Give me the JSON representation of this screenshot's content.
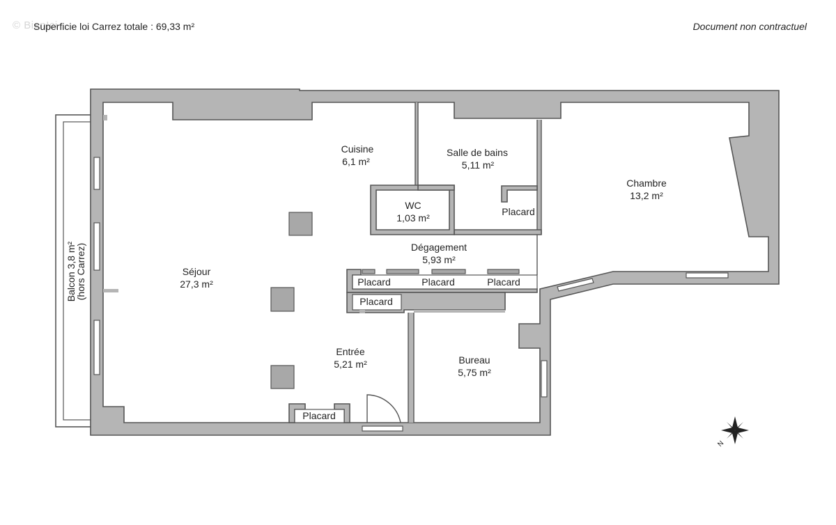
{
  "header": {
    "surface_total": "Superficie loi Carrez totale : 69,33 m²",
    "disclaimer": "Document non contractuel",
    "watermark": "© BienIci"
  },
  "rooms": {
    "sejour": {
      "name": "Séjour",
      "area": "27,3 m²"
    },
    "cuisine": {
      "name": "Cuisine",
      "area": "6,1 m²"
    },
    "sdb": {
      "name": "Salle de bains",
      "area": "5,11 m²"
    },
    "wc": {
      "name": "WC",
      "area": "1,03 m²"
    },
    "chambre": {
      "name": "Chambre",
      "area": "13,2 m²"
    },
    "degagement": {
      "name": "Dégagement",
      "area": "5,93 m²"
    },
    "entree": {
      "name": "Entrée",
      "area": "5,21 m²"
    },
    "bureau": {
      "name": "Bureau",
      "area": "5,75 m²"
    },
    "balcon": {
      "name": "Balcon 3,8 m²",
      "note": "(hors Carrez)"
    }
  },
  "placards": {
    "p1": "Placard",
    "p2": "Placard",
    "p3": "Placard",
    "p4": "Placard",
    "p5": "Placard",
    "p6": "Placard"
  },
  "compass": {
    "label": "N"
  }
}
